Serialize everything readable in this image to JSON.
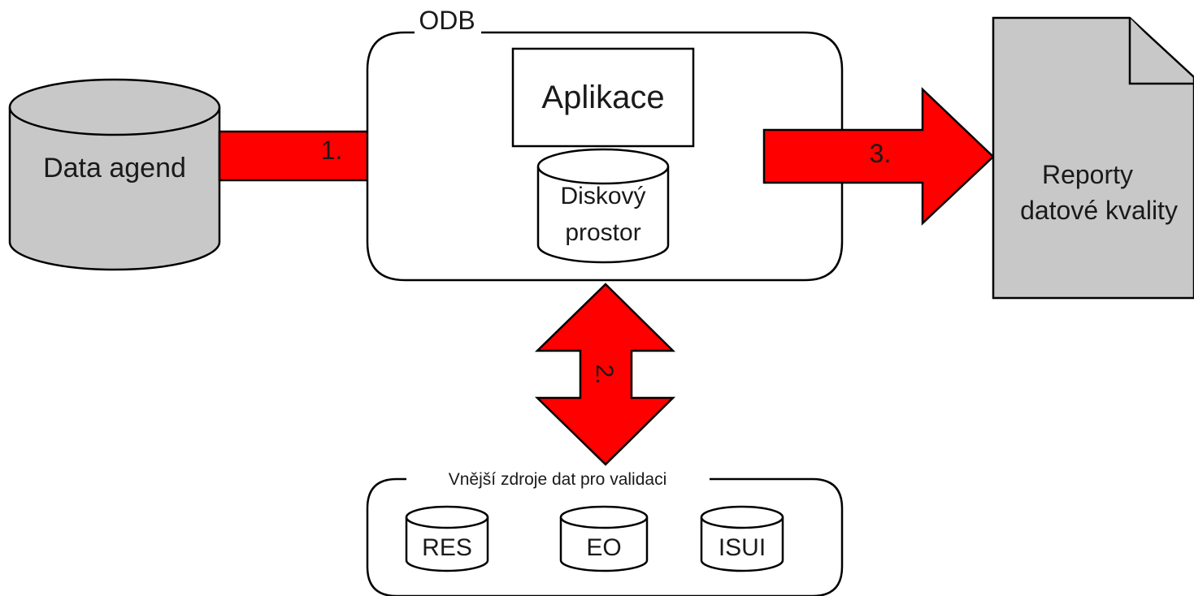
{
  "colors": {
    "arrow_fill": "#ff0000",
    "gray_fill": "#c8c8c8",
    "box_fill": "#ffffff",
    "stroke": "#000000"
  },
  "source": {
    "label": "Data agend"
  },
  "odb": {
    "title": "ODB",
    "application_label": "Aplikace",
    "storage_label_line1": "Diskový",
    "storage_label_line2": "prostor"
  },
  "arrows": {
    "step1": "1.",
    "step2": "2.",
    "step3": "3."
  },
  "report": {
    "label_line1": "Reporty",
    "label_line2": "datové kvality"
  },
  "external_sources": {
    "title": "Vnější zdroje dat pro validaci",
    "items": [
      "RES",
      "EO",
      "ISUI"
    ]
  }
}
